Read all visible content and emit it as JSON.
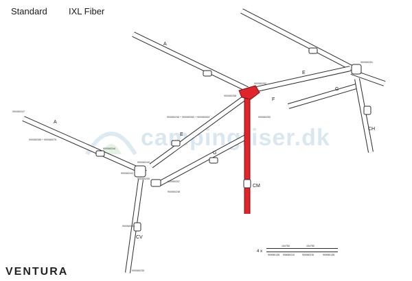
{
  "header": {
    "variant_a": "Standard",
    "variant_b": "IXL Fiber"
  },
  "brand": "VENTURA",
  "watermark": "campingriser.dk",
  "colors": {
    "pole": "#ffffff",
    "stroke": "#2a2a2a",
    "highlight": "#e0242b",
    "text": "#1a1a1a"
  },
  "pole_labels": {
    "a_top": "A",
    "e": "E",
    "f": "F",
    "g_right": "G",
    "ch": "CH",
    "a_left": "A",
    "e_mid": "E",
    "g_mid": "G",
    "cm": "CM",
    "cv": "CV"
  },
  "part_numbers": {
    "p252": "900060252",
    "p258": "900060258",
    "p251": "900060251",
    "p250": "900060250",
    "p247": "900060247",
    "p249": "900060249",
    "p244": "900060244",
    "p255": "900060255",
    "p257": "900060257",
    "p248": "900060248",
    "p243": "900060243",
    "p253": "900060253",
    "p235": "900060235",
    "p_combo_a": "900060285 + 900060075",
    "p_combo_b": "900060246 + 900060060 + 900060063"
  },
  "legend": {
    "qty": "4 x",
    "len_a": "10x750",
    "len_b": "10x750",
    "pn_1": "900060138",
    "pn_2": "906060010",
    "pn_3": "900060015",
    "pn_4": "900060138"
  }
}
